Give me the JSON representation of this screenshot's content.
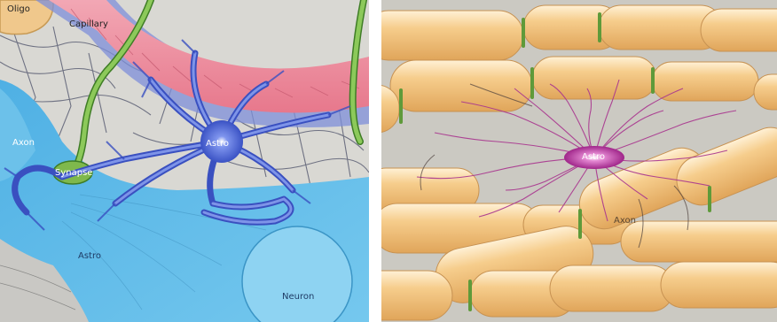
{
  "left_panel": {
    "labels": {
      "oligo": "Oligo",
      "capillary": "Capillary",
      "axon": "Axon",
      "astro_cell": "Astro",
      "synapse": "Synapse",
      "astro_process": "Astro",
      "neuron": "Neuron"
    }
  },
  "right_panel": {
    "labels": {
      "astro": "Astro",
      "axon": "Axon"
    }
  },
  "colors": {
    "astro_blue": "#4f6fd8",
    "capillary_red": "#e98a9a",
    "neuron_blue": "#5bb8e6",
    "axon_green": "#6aa840",
    "myelin_yellow": "#f3c47c",
    "astro_magenta": "#b2389e"
  }
}
